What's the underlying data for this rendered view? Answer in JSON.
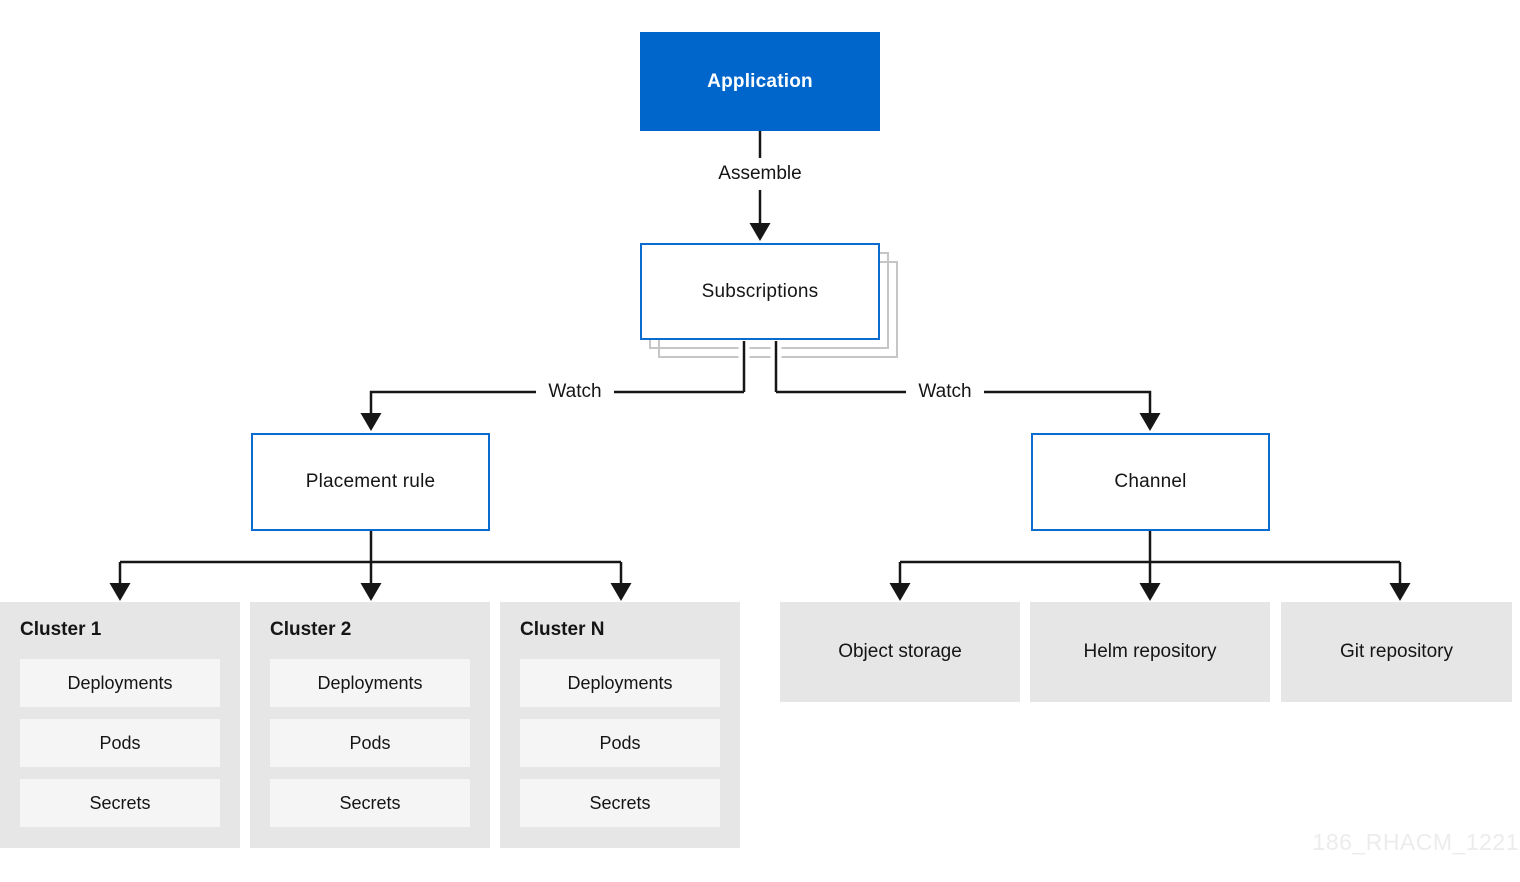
{
  "diagram": {
    "application": "Application",
    "assemble_label": "Assemble",
    "subscriptions": "Subscriptions",
    "watch_left_label": "Watch",
    "watch_right_label": "Watch",
    "placement_rule": "Placement rule",
    "channel": "Channel",
    "clusters": [
      {
        "title": "Cluster 1",
        "items": [
          "Deployments",
          "Pods",
          "Secrets"
        ]
      },
      {
        "title": "Cluster 2",
        "items": [
          "Deployments",
          "Pods",
          "Secrets"
        ]
      },
      {
        "title": "Cluster N",
        "items": [
          "Deployments",
          "Pods",
          "Secrets"
        ]
      }
    ],
    "channel_targets": [
      "Object storage",
      "Helm repository",
      "Git repository"
    ],
    "watermark": "186_RHACM_1221",
    "colors": {
      "primary_blue": "#0066CC",
      "outline_blue": "#0b6cd0",
      "text_dark": "#151515",
      "line": "#161616",
      "box_gray": "#e6e6e6",
      "inner_gray": "#f5f5f5",
      "stack_outline_gray": "#c6c6c6",
      "watermark_gray": "#ececec"
    }
  }
}
